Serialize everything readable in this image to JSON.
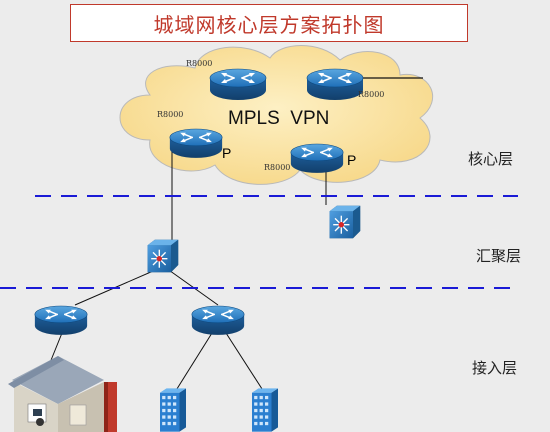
{
  "title": "城域网核心层方案拓扑图",
  "cloud_label": "MPLS  VPN",
  "routers": {
    "r_top": "R8000",
    "r_right": "R8000",
    "r_left": "R8000",
    "r_bottom": "R8000",
    "p_left": "P",
    "p_right": "P"
  },
  "layers": {
    "core": "核心层",
    "aggregation": "汇聚层",
    "access": "接入层"
  },
  "colors": {
    "title_red": "#c0392b",
    "cloud_fill": "#fbe5a6",
    "dash_blue": "#1a1ad6",
    "router_blue": "#1f77b4"
  }
}
